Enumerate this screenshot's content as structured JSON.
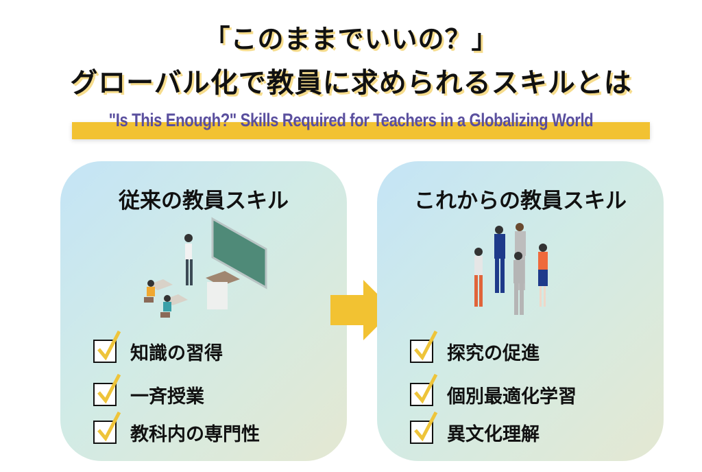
{
  "header": {
    "title_line1": "「このままでいいの？」",
    "title_line2": "グローバル化で教員に求められるスキルとは",
    "subtitle": "\"Is This Enough?\" Skills Required for Teachers in a Globalizing World"
  },
  "left_panel": {
    "heading": "従来の教員スキル",
    "items": [
      "知識の習得",
      "一斉授業",
      "教科内の専門性"
    ]
  },
  "right_panel": {
    "heading": "これからの教員スキル",
    "items": [
      "探究の促進",
      "個別最適化学習",
      "異文化理解"
    ]
  },
  "colors": {
    "accent": "#f2c232",
    "subtitle": "#5a4f9e"
  }
}
